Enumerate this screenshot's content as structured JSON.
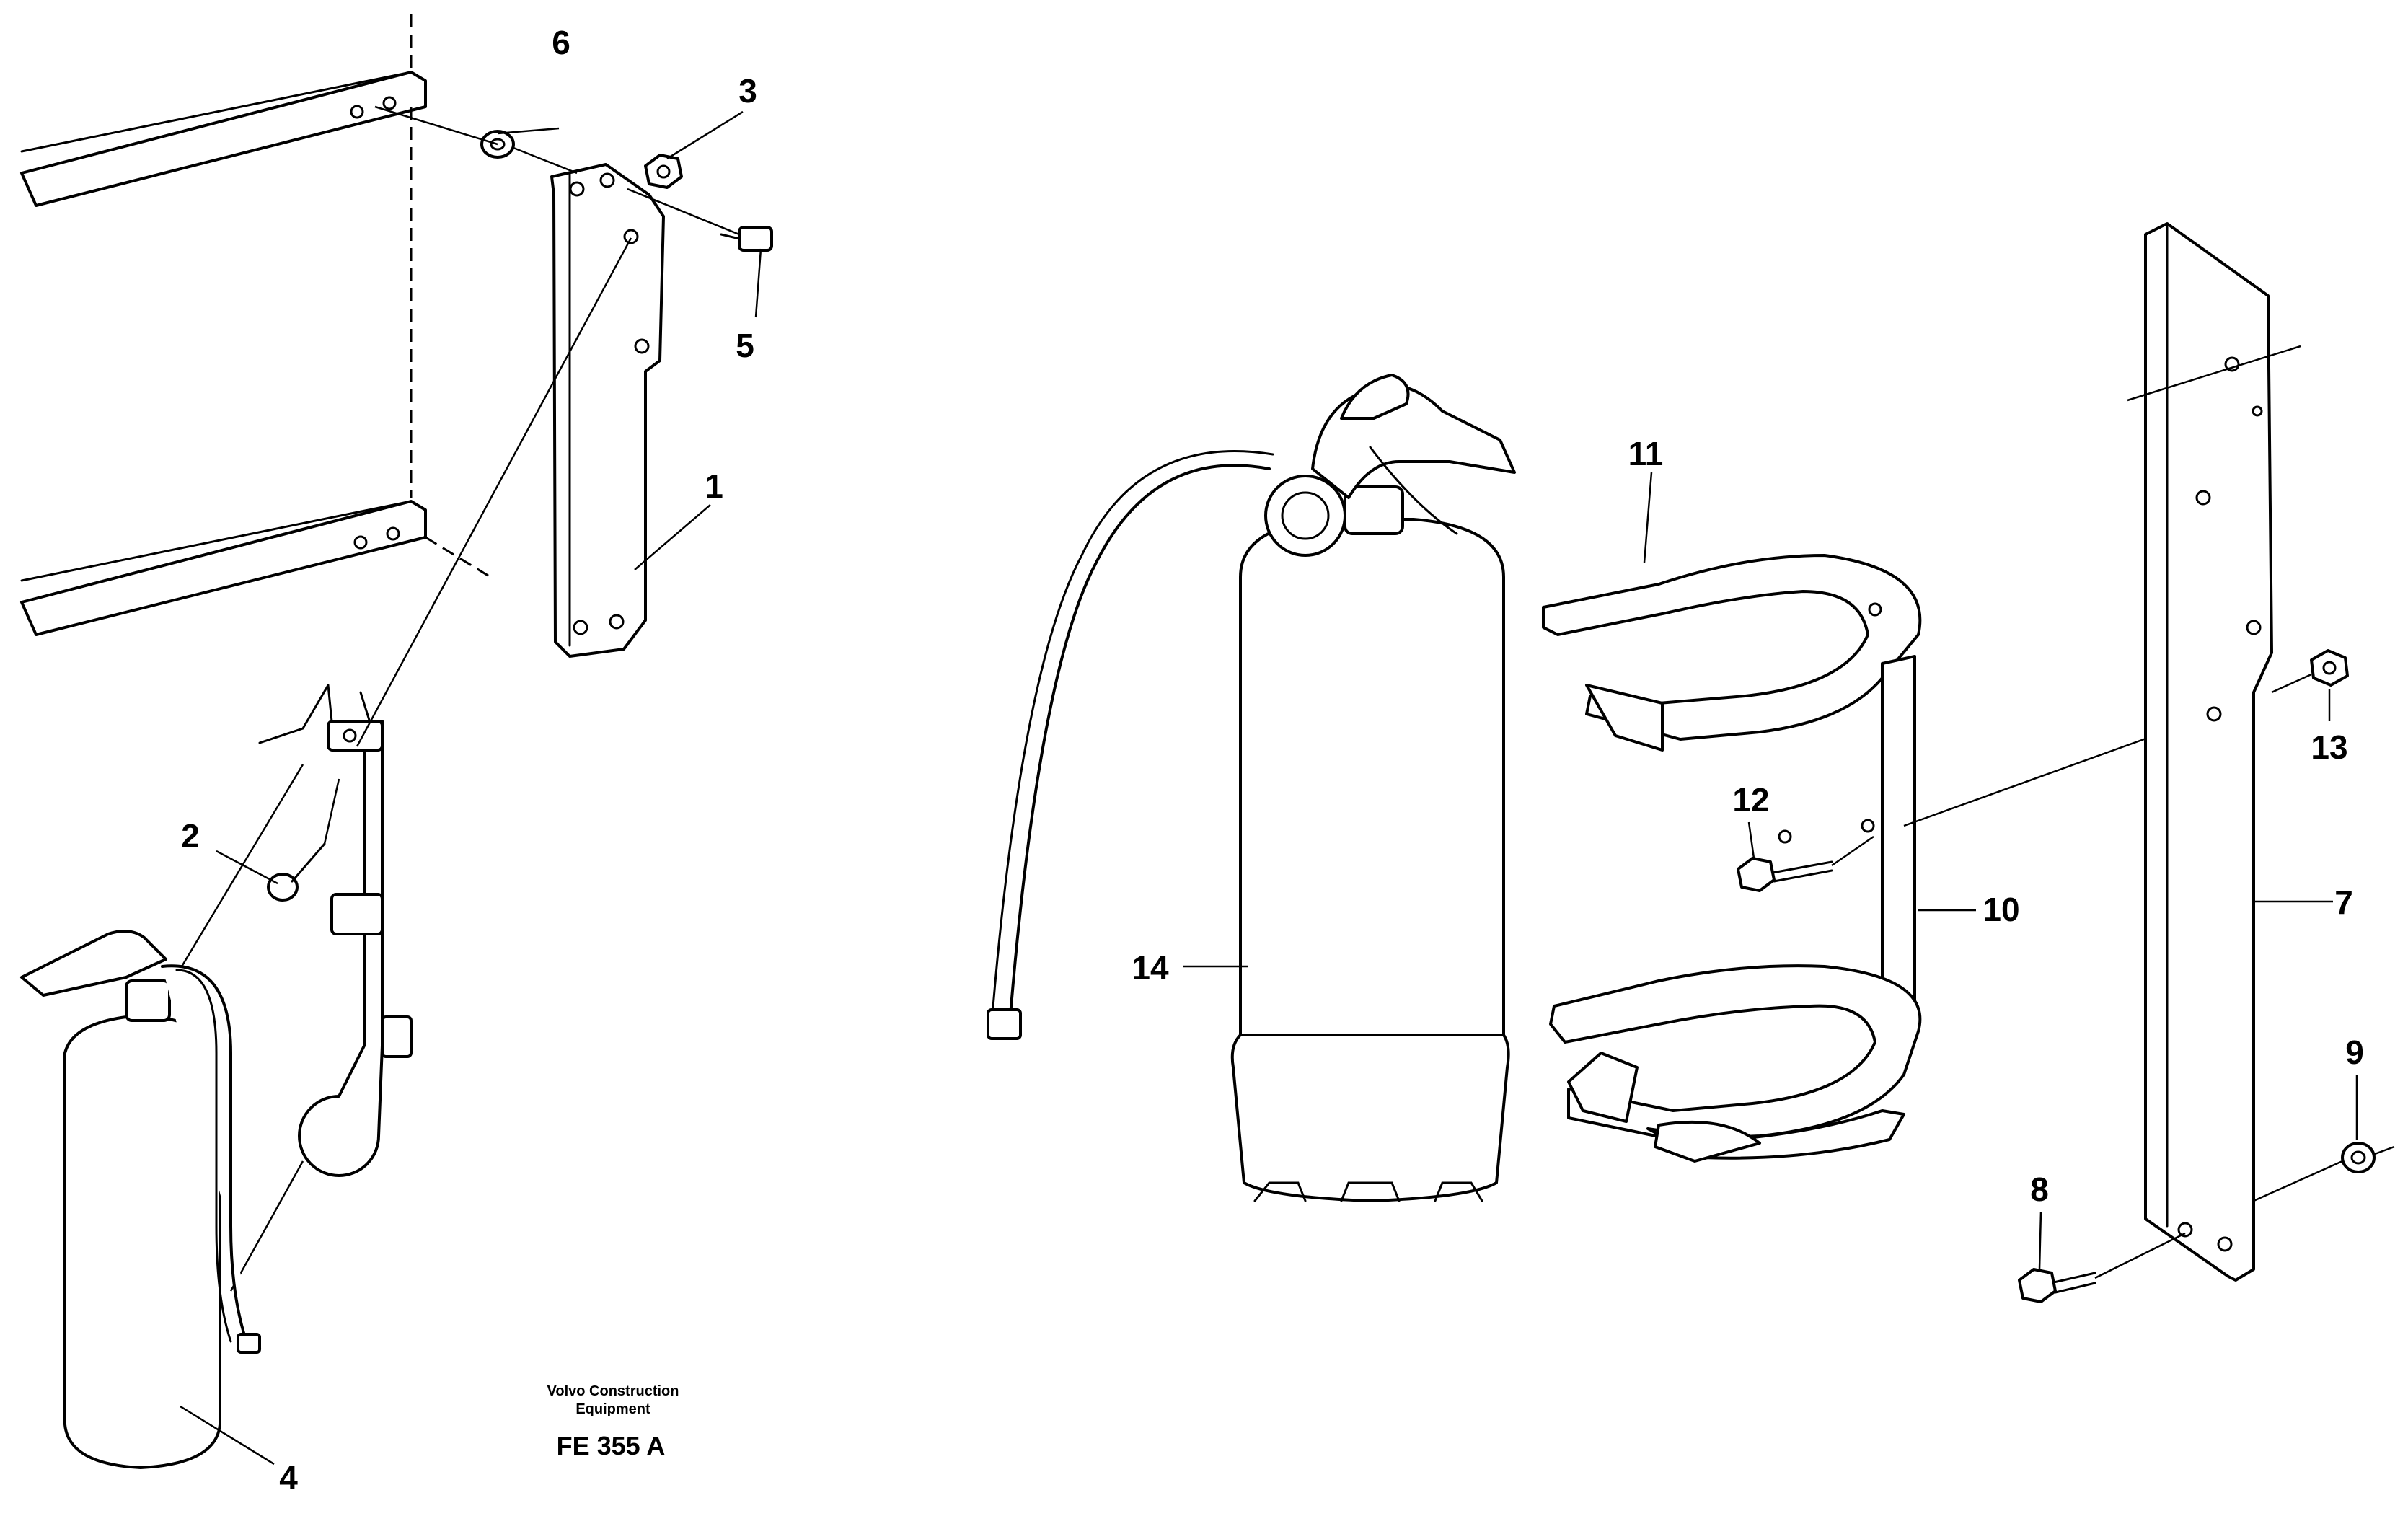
{
  "callouts": {
    "c1": "1",
    "c2": "2",
    "c3": "3",
    "c4": "4",
    "c5": "5",
    "c6": "6",
    "c7": "7",
    "c8": "8",
    "c9": "9",
    "c10": "10",
    "c11": "11",
    "c12": "12",
    "c13": "13",
    "c14": "14"
  },
  "caption": {
    "company_line1": "Volvo Construction",
    "company_line2": "Equipment",
    "figure_code": "FE 355 A"
  },
  "colors": {
    "ink": "#000000",
    "paper": "#ffffff"
  }
}
